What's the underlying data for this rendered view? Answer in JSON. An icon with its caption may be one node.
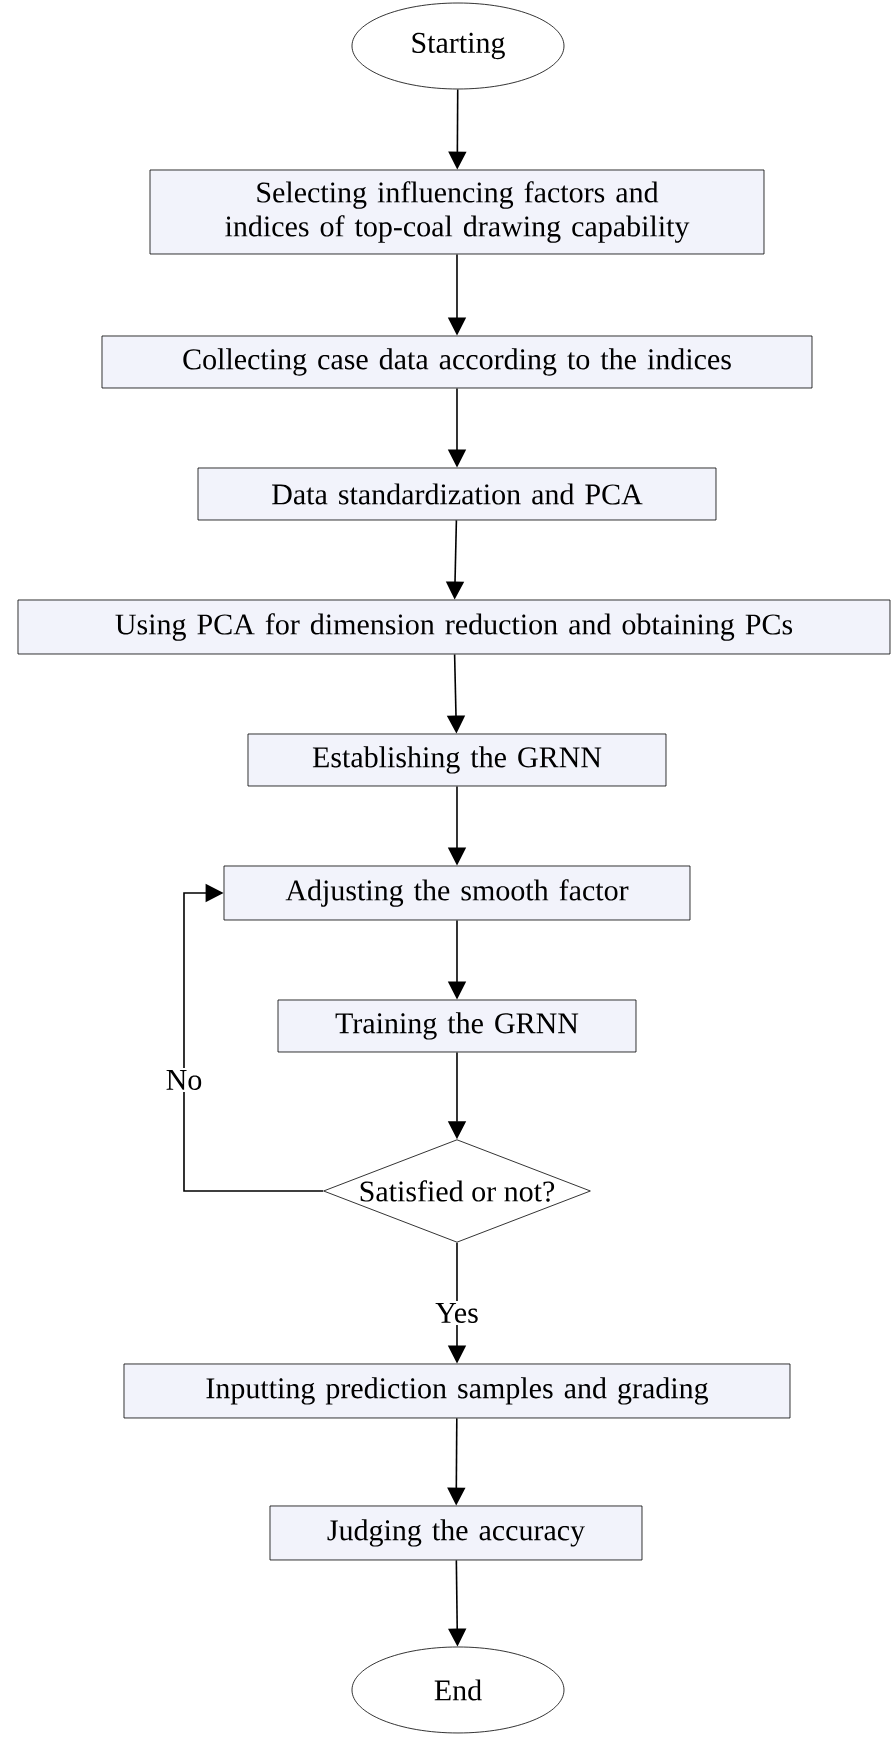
{
  "diagram": {
    "nodes": [
      {
        "text": [
          "Starting"
        ]
      },
      {
        "text": [
          "Selecting influencing factors and indices of top-coal drawing capability"
        ]
      },
      {
        "text": [
          "Collecting case data according to the indices"
        ]
      },
      {
        "text": [
          "Data standardization and PCA"
        ]
      },
      {
        "text": [
          "Using PCA for dimension reduction and obtaining PCs"
        ]
      },
      {
        "text": [
          "Establishing the GRNN"
        ]
      },
      {
        "text": [
          "Adjusting the smooth factor"
        ]
      },
      {
        "text": [
          "Training the GRNN"
        ]
      },
      {
        "text": [
          "Satisfied or not?"
        ]
      },
      {
        "text": [
          "Inputting prediction samples and grading"
        ]
      },
      {
        "text": [
          "Judging the accuracy"
        ]
      },
      {
        "text": [
          "End"
        ]
      }
    ],
    "edges": [
      {
        "from": 0,
        "to": 1,
        "arrow": "to"
      },
      {
        "from": 1,
        "to": 2,
        "arrow": "to"
      },
      {
        "from": 2,
        "to": 3,
        "arrow": "to"
      },
      {
        "from": 3,
        "to": 4,
        "arrow": "to"
      },
      {
        "from": 4,
        "to": 5,
        "arrow": "to"
      },
      {
        "from": 5,
        "to": 6,
        "arrow": "to"
      },
      {
        "from": 6,
        "to": 7,
        "arrow": "to"
      },
      {
        "from": 7,
        "to": 8,
        "arrow": "to"
      },
      {
        "from": 8,
        "to": 6,
        "arrow": "to",
        "label": "No"
      },
      {
        "from": 8,
        "to": 9,
        "arrow": "to",
        "label": "Yes"
      },
      {
        "from": 9,
        "to": 10,
        "arrow": "to"
      },
      {
        "from": 10,
        "to": 11,
        "arrow": "to"
      }
    ]
  }
}
